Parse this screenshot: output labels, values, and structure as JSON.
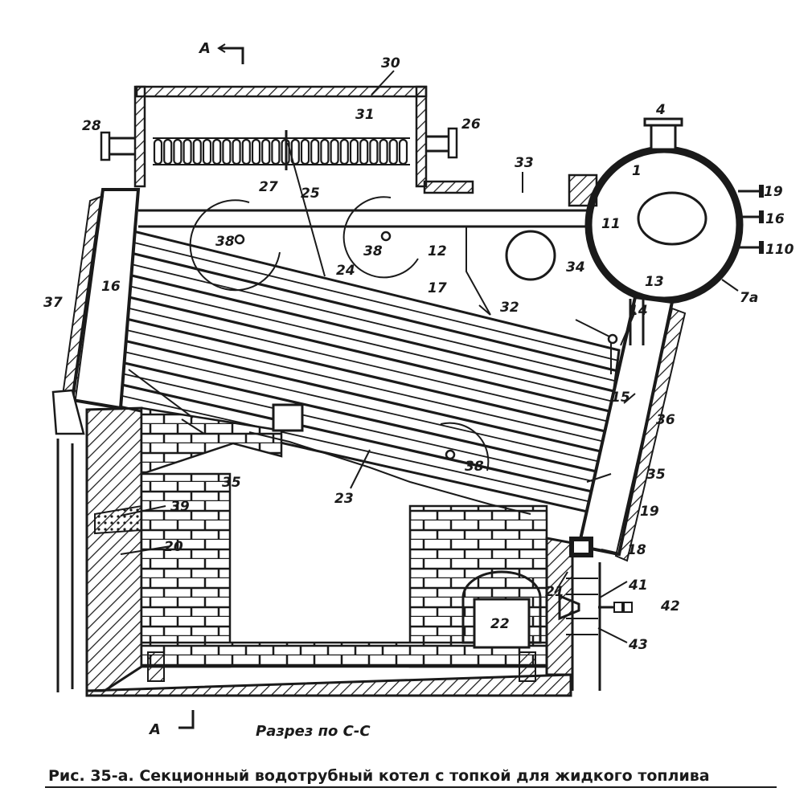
{
  "section_mark_top": "A",
  "section_mark_bottom": "A",
  "section_title": "Разрез по С-С",
  "caption": "Рис. 35-а. Секционный водотрубный котел с топкой для жидкого топлива",
  "drum_top_label": "4",
  "callouts": {
    "c30": "30",
    "c31": "31",
    "c28": "28",
    "c26": "26",
    "c27": "27",
    "c25": "25",
    "c33": "33",
    "c1": "1",
    "c11": "11",
    "c19a": "19",
    "c16a": "16",
    "c110": "110",
    "c7a": "7а",
    "c13": "13",
    "c38a": "38",
    "c38b": "38",
    "c38c": "38",
    "c12": "12",
    "c34": "34",
    "c24": "24",
    "c17": "17",
    "c32": "32",
    "c14": "14",
    "c16b": "16",
    "c37": "37",
    "c15": "15",
    "c36": "36",
    "c35a": "35",
    "c35b": "35",
    "c23": "23",
    "c19b": "19",
    "c18": "18",
    "c39": "39",
    "c20": "20",
    "c41": "41",
    "c42": "42",
    "c21": "21",
    "c22": "22",
    "c43": "43"
  }
}
